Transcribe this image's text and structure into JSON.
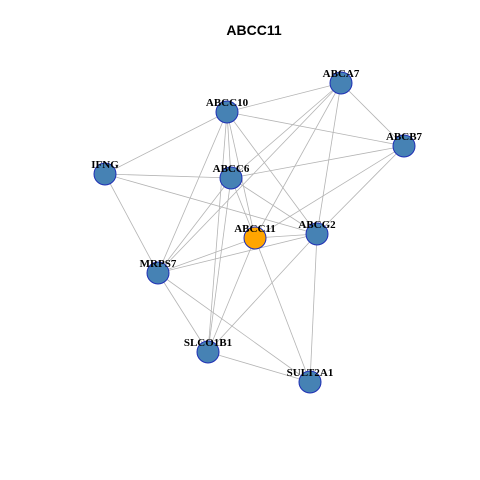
{
  "title": "ABCC11",
  "colors": {
    "node_default": "#4682b4",
    "node_focus": "#ffa500",
    "node_border": "#1f2fb5",
    "edge": "#b4b4b4",
    "background": "#ffffff"
  },
  "nodes": [
    {
      "id": "ABCA7",
      "label": "ABCA7",
      "focus": false
    },
    {
      "id": "ABCC10",
      "label": "ABCC10",
      "focus": false
    },
    {
      "id": "ABCB7",
      "label": "ABCB7",
      "focus": false
    },
    {
      "id": "IFNG",
      "label": "IFNG",
      "focus": false
    },
    {
      "id": "ABCC6",
      "label": "ABCC6",
      "focus": false
    },
    {
      "id": "ABCC11",
      "label": "ABCC11",
      "focus": true
    },
    {
      "id": "ABCG2",
      "label": "ABCG2",
      "focus": false
    },
    {
      "id": "MRPS7",
      "label": "MRPS7",
      "focus": false
    },
    {
      "id": "SLCO1B1",
      "label": "SLCO1B1",
      "focus": false
    },
    {
      "id": "SULT2A1",
      "label": "SULT2A1",
      "focus": false
    }
  ],
  "edges": [
    [
      "ABCA7",
      "ABCC10"
    ],
    [
      "ABCA7",
      "ABCB7"
    ],
    [
      "ABCA7",
      "ABCC6"
    ],
    [
      "ABCA7",
      "ABCC11"
    ],
    [
      "ABCA7",
      "ABCG2"
    ],
    [
      "ABCA7",
      "MRPS7"
    ],
    [
      "ABCC10",
      "ABCB7"
    ],
    [
      "ABCC10",
      "IFNG"
    ],
    [
      "ABCC10",
      "ABCC6"
    ],
    [
      "ABCC10",
      "ABCC11"
    ],
    [
      "ABCC10",
      "ABCG2"
    ],
    [
      "ABCC10",
      "MRPS7"
    ],
    [
      "ABCC10",
      "SLCO1B1"
    ],
    [
      "ABCB7",
      "ABCC6"
    ],
    [
      "ABCB7",
      "ABCC11"
    ],
    [
      "ABCB7",
      "ABCG2"
    ],
    [
      "IFNG",
      "ABCC6"
    ],
    [
      "IFNG",
      "ABCG2"
    ],
    [
      "IFNG",
      "MRPS7"
    ],
    [
      "ABCC6",
      "ABCC11"
    ],
    [
      "ABCC6",
      "ABCG2"
    ],
    [
      "ABCC6",
      "MRPS7"
    ],
    [
      "ABCC6",
      "SLCO1B1"
    ],
    [
      "ABCC11",
      "ABCG2"
    ],
    [
      "ABCC11",
      "MRPS7"
    ],
    [
      "ABCC11",
      "SLCO1B1"
    ],
    [
      "ABCC11",
      "SULT2A1"
    ],
    [
      "ABCG2",
      "MRPS7"
    ],
    [
      "ABCG2",
      "SLCO1B1"
    ],
    [
      "ABCG2",
      "SULT2A1"
    ],
    [
      "MRPS7",
      "SLCO1B1"
    ],
    [
      "MRPS7",
      "SULT2A1"
    ],
    [
      "SLCO1B1",
      "SULT2A1"
    ]
  ]
}
